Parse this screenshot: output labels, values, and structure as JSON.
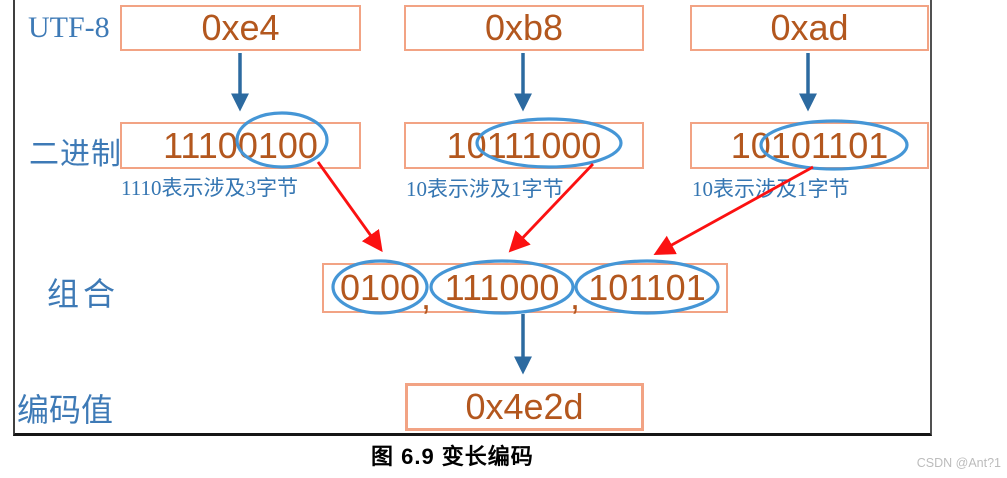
{
  "figure": {
    "rows": {
      "utf8": {
        "label": "UTF-8",
        "bytes": [
          "0xe4",
          "0xb8",
          "0xad"
        ]
      },
      "binary": {
        "label": "二进制",
        "values": [
          "11100100",
          "10111000",
          "10101101"
        ],
        "annotations": [
          "1110表示涉及3字节",
          "10表示涉及1字节",
          "10表示涉及1字节"
        ]
      },
      "combine": {
        "label": "组合",
        "parts": [
          "0100",
          "111000",
          "101101"
        ],
        "separator": ","
      },
      "encoded": {
        "label": "编码值",
        "value": "0x4e2d"
      }
    },
    "caption": "图 6.9 变长编码",
    "watermark": "CSDN @Ant?1",
    "colors": {
      "label_blue": "#3e7ab6",
      "annotation_blue": "#3576b2",
      "box_border_salmon": "#f2a384",
      "box_text_brown": "#b3571e",
      "arrow_blue": "#2c6aa0",
      "ellipse_blue": "#4596d6",
      "arrow_red": "#fb1111",
      "caption_black": "#000000",
      "watermark_gray": "#bcbcbc",
      "frame_gray": "#3f3f3f"
    }
  }
}
